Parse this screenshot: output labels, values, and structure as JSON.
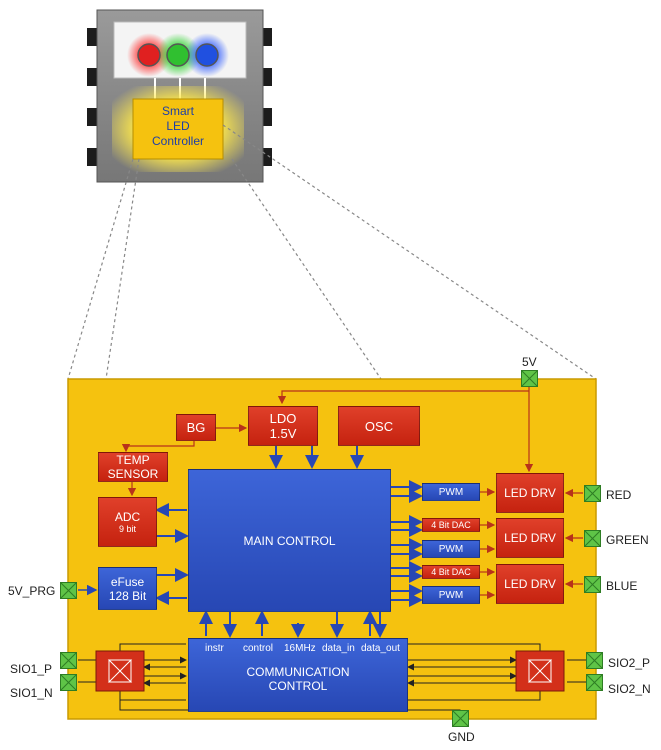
{
  "chip": {
    "label_line1": "Smart",
    "label_line2": "LED",
    "label_line3": "Controller",
    "led_colors": [
      "#e02020",
      "#30c030",
      "#2050e0"
    ]
  },
  "blocks": {
    "bg": "BG",
    "ldo_line1": "LDO",
    "ldo_line2": "1.5V",
    "osc": "OSC",
    "temp_line1": "TEMP",
    "temp_line2": "SENSOR",
    "adc_line1": "ADC",
    "adc_line2": "9 bit",
    "efuse_line1": "eFuse",
    "efuse_line2": "128 Bit",
    "main_control": "MAIN CONTROL",
    "comm_line1": "COMMUNICATION",
    "comm_line2": "CONTROL",
    "pwm": [
      "PWM",
      "PWM",
      "PWM"
    ],
    "dac": [
      "4 Bit DAC",
      "4 Bit DAC"
    ],
    "led_drv": [
      "LED DRV",
      "LED DRV",
      "LED DRV"
    ]
  },
  "bus_labels": {
    "instr": "instr",
    "control": "control",
    "clk": "16MHz",
    "data_in": "data_in",
    "data_out": "data_out"
  },
  "pins": {
    "v5": "5V",
    "gnd": "GND",
    "red": "RED",
    "green": "GREEN",
    "blue": "BLUE",
    "prg": "5V_PRG",
    "sio1_p": "SIO1_P",
    "sio1_n": "SIO1_N",
    "sio2_p": "SIO2_P",
    "sio2_n": "SIO2_N"
  },
  "colors": {
    "die_fill": "#f5c20f",
    "red_block": "#d3301a",
    "blue_block": "#2f55c8",
    "pin_green": "#5fc447"
  }
}
